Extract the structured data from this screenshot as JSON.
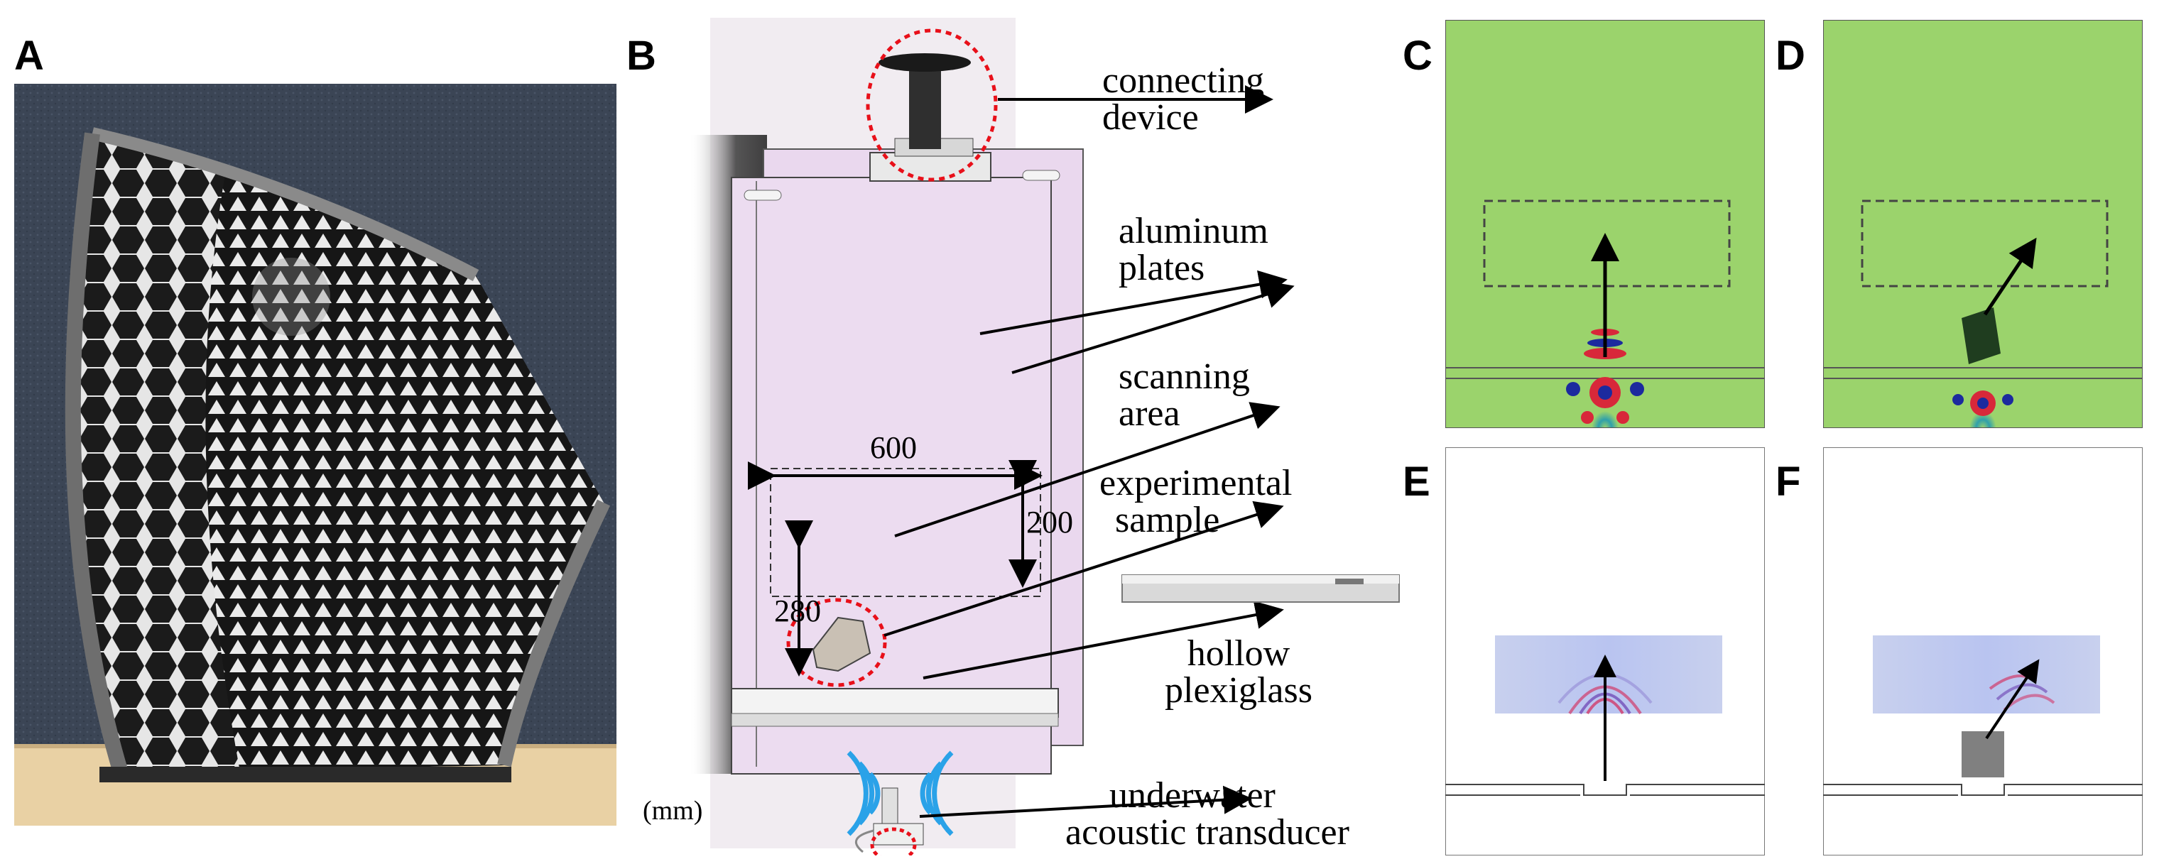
{
  "panels": {
    "A": {
      "letter": "A"
    },
    "B": {
      "letter": "B",
      "labels": {
        "connecting": [
          "connecting",
          "device"
        ],
        "aluminum": [
          "aluminum",
          "plates"
        ],
        "scanning": [
          "scanning",
          "area"
        ],
        "sample": [
          "experimental",
          "sample"
        ],
        "hollow": [
          "hollow",
          "plexiglass"
        ],
        "transducer": [
          "underwater",
          "acoustic transducer"
        ]
      },
      "dimensions": {
        "width": "600",
        "height": "200",
        "offset": "280",
        "unit": "(mm)"
      }
    },
    "C": {
      "letter": "C"
    },
    "D": {
      "letter": "D"
    },
    "E": {
      "letter": "E"
    },
    "F": {
      "letter": "F"
    }
  },
  "colors": {
    "wave_bg": "#8fd16b",
    "wave_dark": "#3fa1a8",
    "plate": "#ead8ee",
    "marker": "#e8101a",
    "wifi": "#2aa2e8"
  }
}
